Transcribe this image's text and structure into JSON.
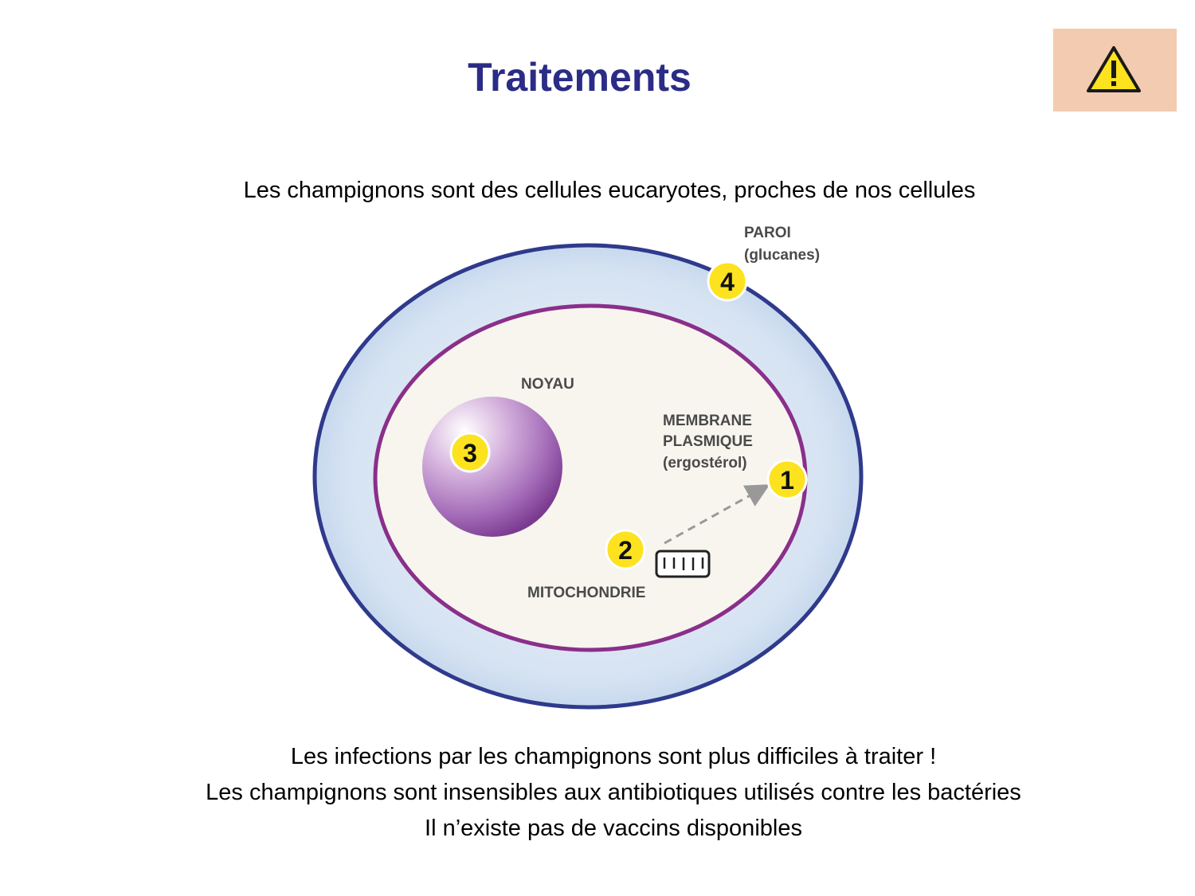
{
  "title": "Traitements",
  "warning_icon": "warning-triangle-icon",
  "subtitle": "Les champignons sont des cellules eucaryotes, proches de nos cellules",
  "diagram": {
    "paroi": "PAROI",
    "paroi_detail": "(glucanes)",
    "noyau": "NOYAU",
    "membrane_1": "MEMBRANE",
    "membrane_2": "PLASMIQUE",
    "membrane_detail": "(ergostérol)",
    "mitochondrie": "MITOCHONDRIE",
    "markers": [
      "1",
      "2",
      "3",
      "4"
    ]
  },
  "bottom_lines": [
    "Les infections par les champignons sont plus difficiles à traiter !",
    "Les champignons sont insensibles aux antibiotiques utilisés contre les bactéries",
    "Il n’existe pas de vaccins disponibles"
  ],
  "colors": {
    "title": "#2b2c86",
    "warning_bg": "#f3cbb0",
    "cell_wall": "#2f3a8c",
    "membrane": "#8a2f8a",
    "cytoplasm": "#f7f5ee",
    "marker": "#fde21f"
  }
}
